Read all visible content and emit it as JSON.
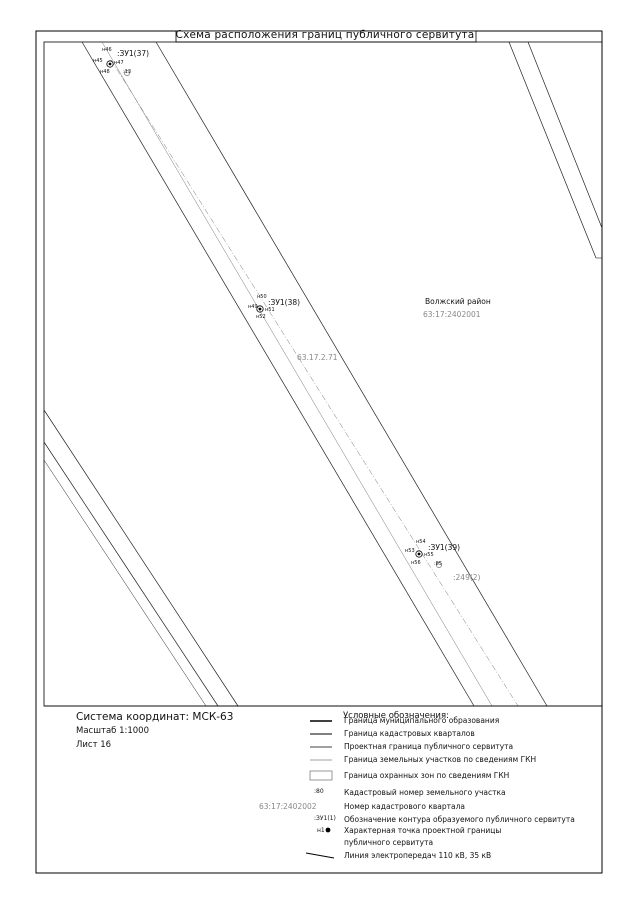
{
  "title": "Схема расположения границ публичного сервитута",
  "map": {
    "labels": {
      "zu37": ":ЗУ1(37)",
      "zu38": ":ЗУ1(38)",
      "zu39": ":ЗУ1(39)",
      "district": "Волжский район",
      "quarter": "63:17:2402001",
      "zone": "63.17.2.71",
      "parcel": ":249(2)"
    },
    "points": {
      "p37": [
        "н46",
        "н45",
        "н47",
        "н48"
      ],
      "p38": [
        "н50",
        "н49",
        "н51",
        "н52"
      ],
      "p39": [
        "н54",
        "н53",
        "н55",
        "н56"
      ],
      "parcel_markers": [
        ":13",
        ":85"
      ]
    }
  },
  "info": {
    "coord_system": "Система координат: МСК-63",
    "scale": "Масштаб 1:1000",
    "sheet": "Лист 16"
  },
  "legend": {
    "heading": "Условные обозначения:",
    "items": [
      {
        "label": "Граница муниципального образования"
      },
      {
        "label": "Граница кадастровых кварталов"
      },
      {
        "label": "Проектная граница публичного сервитута"
      },
      {
        "label": "Граница земельных участков по сведениям ГКН"
      },
      {
        "label": "Граница охранных зон по сведениям ГКН"
      },
      {
        "symbol": ":80",
        "label": "Кадастровый номер земельного участка"
      },
      {
        "symbol": "63:17:2402002",
        "label": "Номер кадастрового квартала"
      },
      {
        "symbol": ":ЗУ1(1)",
        "label": "Обозначение контура образуемого публичного сервитута"
      },
      {
        "symbol": "н1",
        "label": "Характерная точка проектной границы"
      },
      {
        "label": "публичного сервитута"
      },
      {
        "label": "Линия электропередач 110 кВ, 35 кВ"
      }
    ]
  }
}
